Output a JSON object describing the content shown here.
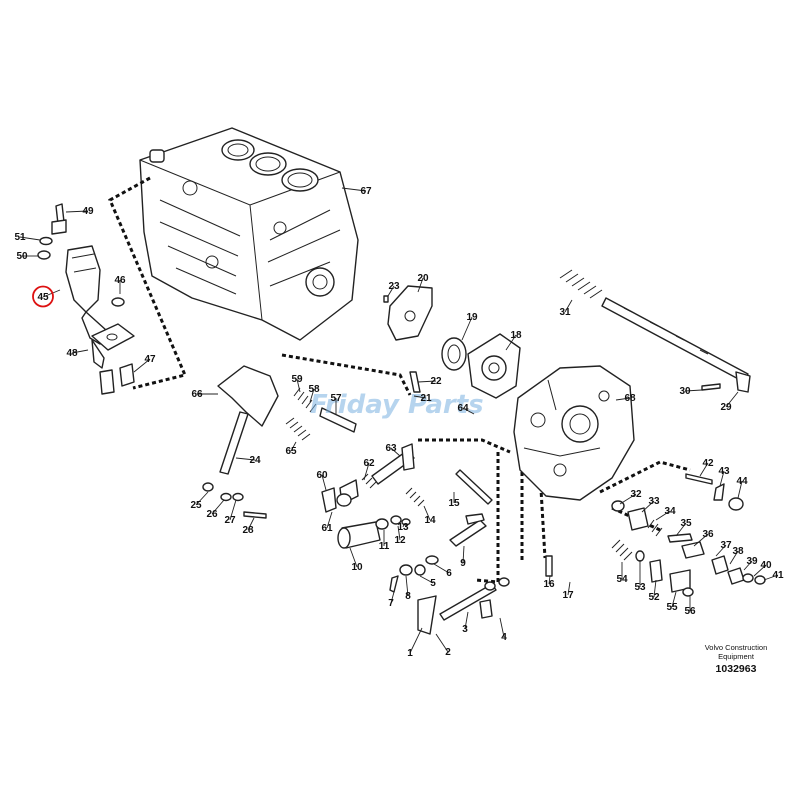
{
  "callouts": [
    {
      "n": "67"
    },
    {
      "n": "49"
    },
    {
      "n": "51"
    },
    {
      "n": "50"
    },
    {
      "n": "46"
    },
    {
      "n": "45",
      "highlight": true
    },
    {
      "n": "48"
    },
    {
      "n": "47"
    },
    {
      "n": "23"
    },
    {
      "n": "20"
    },
    {
      "n": "19"
    },
    {
      "n": "18"
    },
    {
      "n": "31"
    },
    {
      "n": "30"
    },
    {
      "n": "29"
    },
    {
      "n": "68"
    },
    {
      "n": "66"
    },
    {
      "n": "59"
    },
    {
      "n": "58"
    },
    {
      "n": "57"
    },
    {
      "n": "22"
    },
    {
      "n": "21"
    },
    {
      "n": "64"
    },
    {
      "n": "65"
    },
    {
      "n": "24"
    },
    {
      "n": "63"
    },
    {
      "n": "60"
    },
    {
      "n": "62"
    },
    {
      "n": "42"
    },
    {
      "n": "43"
    },
    {
      "n": "44"
    },
    {
      "n": "25"
    },
    {
      "n": "26"
    },
    {
      "n": "27"
    },
    {
      "n": "28"
    },
    {
      "n": "15"
    },
    {
      "n": "61"
    },
    {
      "n": "14"
    },
    {
      "n": "13"
    },
    {
      "n": "32"
    },
    {
      "n": "33"
    },
    {
      "n": "34"
    },
    {
      "n": "35"
    },
    {
      "n": "36"
    },
    {
      "n": "37"
    },
    {
      "n": "38"
    },
    {
      "n": "39"
    },
    {
      "n": "40"
    },
    {
      "n": "41"
    },
    {
      "n": "9"
    },
    {
      "n": "10"
    },
    {
      "n": "11"
    },
    {
      "n": "12"
    },
    {
      "n": "54"
    },
    {
      "n": "53"
    },
    {
      "n": "52"
    },
    {
      "n": "55"
    },
    {
      "n": "56"
    },
    {
      "n": "16"
    },
    {
      "n": "17"
    },
    {
      "n": "7"
    },
    {
      "n": "8"
    },
    {
      "n": "6"
    },
    {
      "n": "5"
    },
    {
      "n": "3"
    },
    {
      "n": "4"
    },
    {
      "n": "2"
    },
    {
      "n": "1"
    }
  ],
  "credit_line1": "Volvo Construction",
  "credit_line2": "Equipment",
  "document_number": "1032963",
  "watermark": "Friday Parts",
  "colors": {
    "highlight": "#d11111",
    "watermark": "#7ab0e0",
    "ink": "#222222"
  }
}
